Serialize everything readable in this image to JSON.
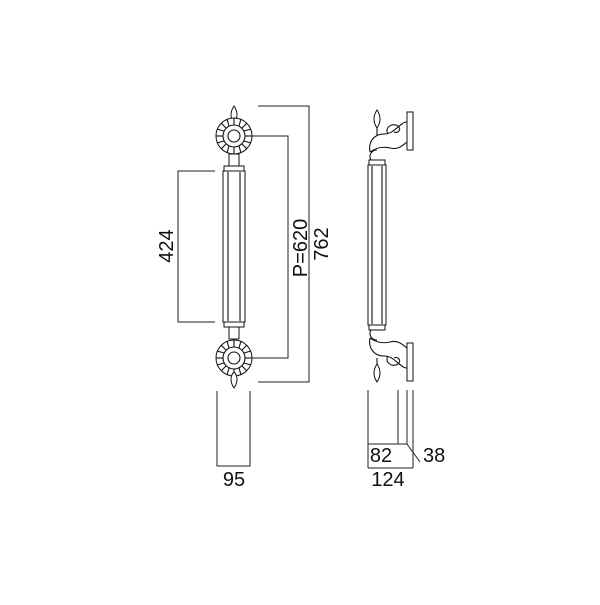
{
  "drawing": {
    "front_view": {
      "grip_length": "424",
      "pitch": "P=620",
      "overall_length": "762",
      "rosette_width": "95"
    },
    "side_view": {
      "standoff": "82",
      "projection": "124",
      "base_thickness": "38"
    }
  }
}
